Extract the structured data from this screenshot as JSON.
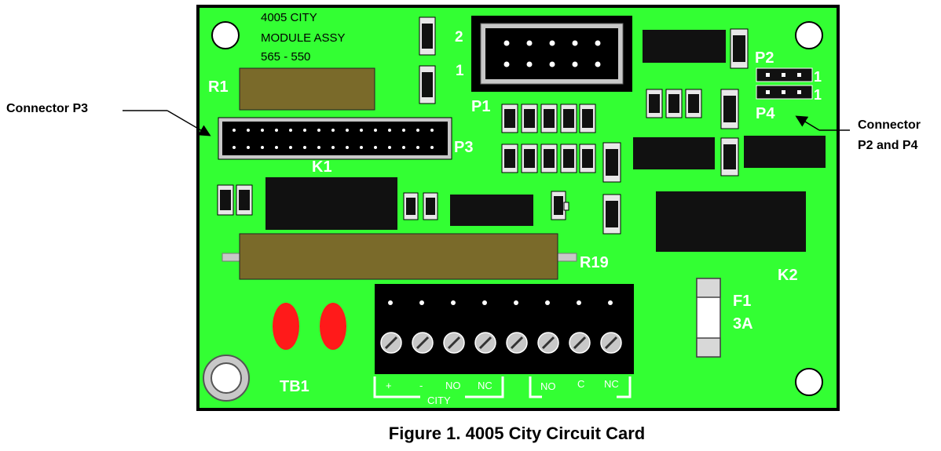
{
  "board": {
    "silkscreen": [
      "4005 CITY",
      "MODULE ASSY",
      "565 - 550"
    ],
    "colors": {
      "board": "#33ff33",
      "outline": "#000000",
      "resistor_body": "#7a6a2a",
      "led": "#ff1a1a",
      "component": "#111111"
    }
  },
  "components": {
    "r1": "R1",
    "k1": "K1",
    "p3": "P3",
    "p1": "P1",
    "p1_pin2": "2",
    "p1_pin1": "1",
    "p2": "P2",
    "p2_pin1": "1",
    "p4": "P4",
    "p4_pin1": "1",
    "r19": "R19",
    "k2": "K2",
    "f1": "F1",
    "f1_rating": "3A",
    "tb1": "TB1"
  },
  "terminal_labels": {
    "city_group": [
      "+",
      "-",
      "NO",
      "NC"
    ],
    "city": "CITY",
    "relay_group": [
      "NO",
      "C",
      "NC"
    ]
  },
  "callouts": {
    "p3": "Connector P3",
    "p2p4_line1": "Connector",
    "p2p4_line2": "P2 and P4"
  },
  "caption": "Figure 1. 4005 City Circuit Card"
}
